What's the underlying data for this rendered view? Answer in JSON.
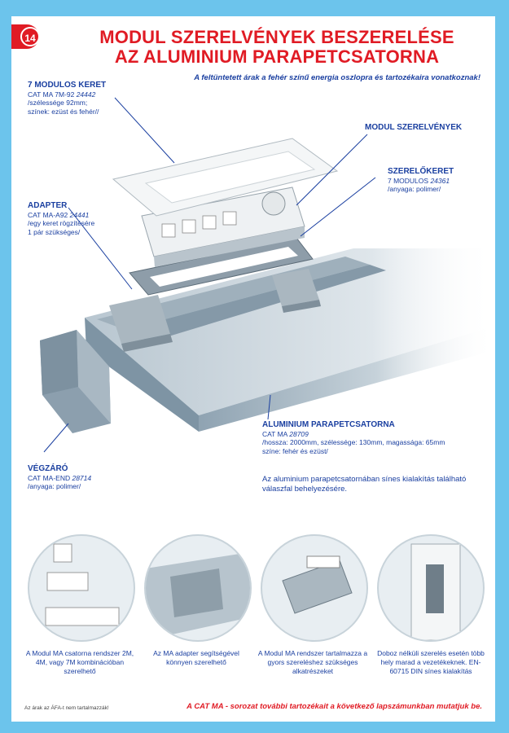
{
  "page_number": "14",
  "title_line1": "MODUL SZERELVÉNYEK BESZERELÉSE",
  "title_line2": "AZ ALUMINIUM PARAPETCSATORNA",
  "subtitle": "A feltüntetett árak a fehér színű energia oszlopra és tartozékaira vonatkoznak!",
  "labels": {
    "keret": {
      "heading": "7 MODULOS KERET",
      "code_prefix": "CAT MA 7M-92 ",
      "code": "24442",
      "line2": "/szélessége 92mm;",
      "line3": "színek: ezüst és fehér//"
    },
    "modul": {
      "heading": "MODUL SZERELVÉNYEK"
    },
    "szerelokeret": {
      "heading": "SZERELŐKERET",
      "code_prefix": "7 MODULOS ",
      "code": "24361",
      "line2": "/anyaga: polimer/"
    },
    "adapter": {
      "heading": "ADAPTER",
      "code_prefix": "CAT MA-A92 ",
      "code": "24441",
      "line2": "/egy keret rögzítésére",
      "line3": "1 pár szükséges/"
    },
    "csatorna": {
      "heading": "ALUMINIUM PARAPETCSATORNA",
      "code_prefix": "CAT MA ",
      "code": "28709",
      "line2": "/hossza: 2000mm, szélessége: 130mm, magassága: 65mm",
      "line3": "színe: fehér és ezüst/"
    },
    "vegzaro": {
      "heading": "VÉGZÁRÓ",
      "code_prefix": "CAT MA-END ",
      "code": "28714",
      "line2": "/anyaga: polimer/"
    }
  },
  "note": "Az aluminium parapetcsatornában sínes kialakítás található válaszfal behelyezésére.",
  "captions": [
    "A Modul MA csatorna rendszer 2M, 4M, vagy 7M kombinációban szerelhető",
    "Az MA adapter segítségével könnyen szerelhető",
    "A Modul MA rendszer tartalmazza a gyors szereléshez szükséges alkatrészeket",
    "Doboz nélküli szerelés esetén több hely marad a vezetékeknek. EN-60715 DIN sínes kialakítás"
  ],
  "footer_left": "Az árak az ÁFA-t nem tartalmazzák!",
  "footer_right": "A CAT MA - sorozat további tartozékait a következő lapszámunkban mutatjuk be.",
  "colors": {
    "background": "#6cc4ec",
    "title_red": "#e01b24",
    "text_blue": "#1a3fa0"
  }
}
